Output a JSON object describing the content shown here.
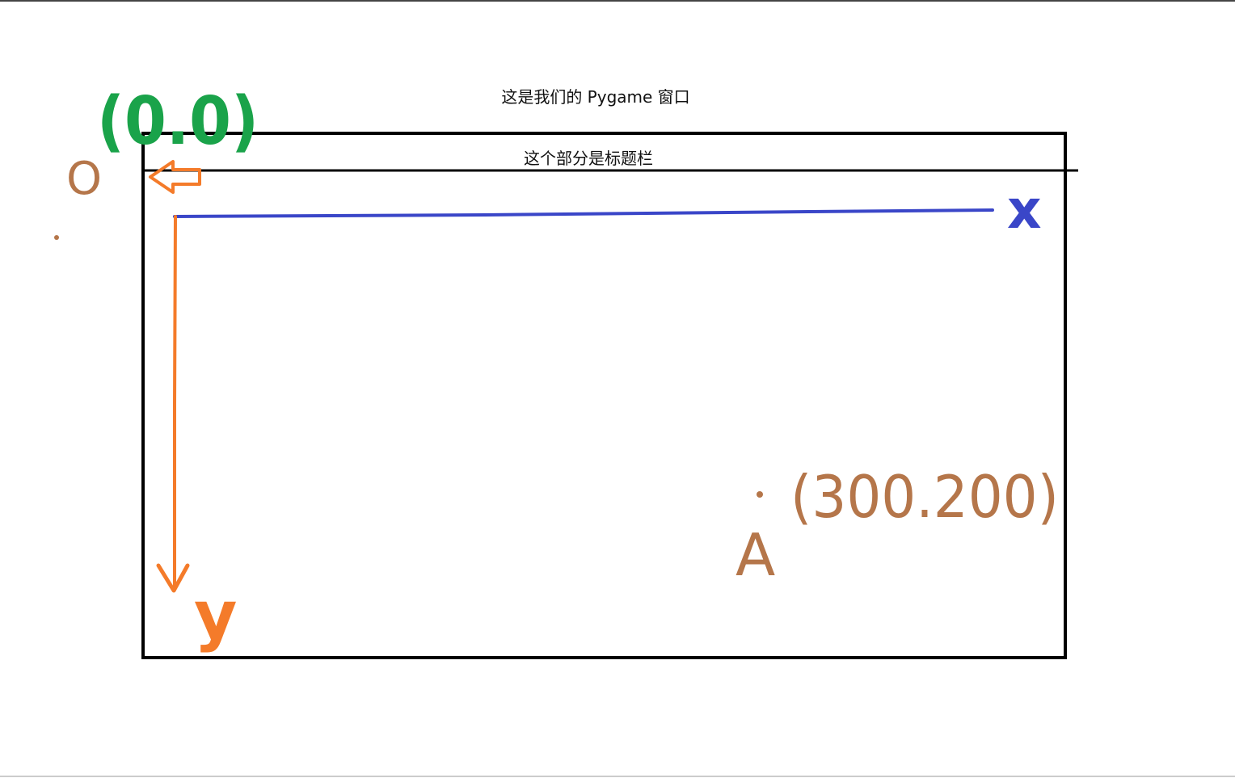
{
  "window_caption": "这是我们的 Pygame 窗口",
  "titlebar_caption": "这个部分是标题栏",
  "origin_coord_label": "(0.0)",
  "origin_label": "O",
  "x_axis_label": "x",
  "y_axis_label": "y",
  "point_label": "A",
  "point_coord_label": "(300.200)",
  "colors": {
    "frame": "#000000",
    "origin_coord": "#1aa34a",
    "origin_point": "#b5764a",
    "x_axis": "#3a46c8",
    "y_axis": "#f47b2a",
    "point": "#b5764a"
  }
}
